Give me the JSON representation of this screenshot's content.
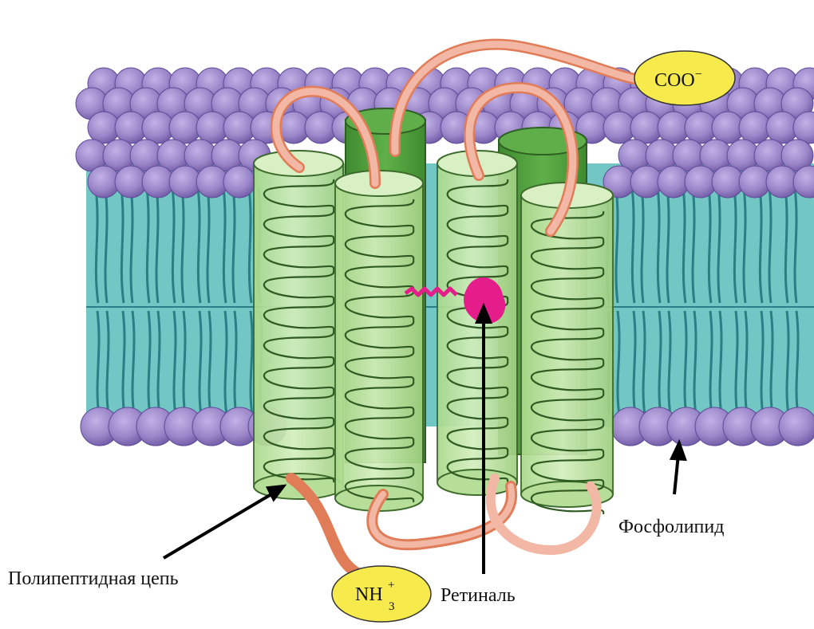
{
  "labels": {
    "carboxyl": "COO",
    "carboxyl_charge": "−",
    "amino": "NH",
    "amino_charge": "+",
    "amino_sub": "3",
    "polypeptide": "Полипептидная цепь",
    "retinal": "Ретиналь",
    "phospholipid": "Фосфолипид"
  },
  "colors": {
    "head": "#9b86c9",
    "head_dark": "#7d67b2",
    "tail_fill": "#6fc7c4",
    "tail_line": "#2a7f86",
    "helix_light": "#c3e5a3",
    "helix_line": "#3d6b2c",
    "helix_dark": "#4e9a3a",
    "loop_orange": "#e07d58",
    "loop_pink": "#f3b7a5",
    "retinal": "#e41d8a",
    "ellipse": "#f7ea4c"
  }
}
